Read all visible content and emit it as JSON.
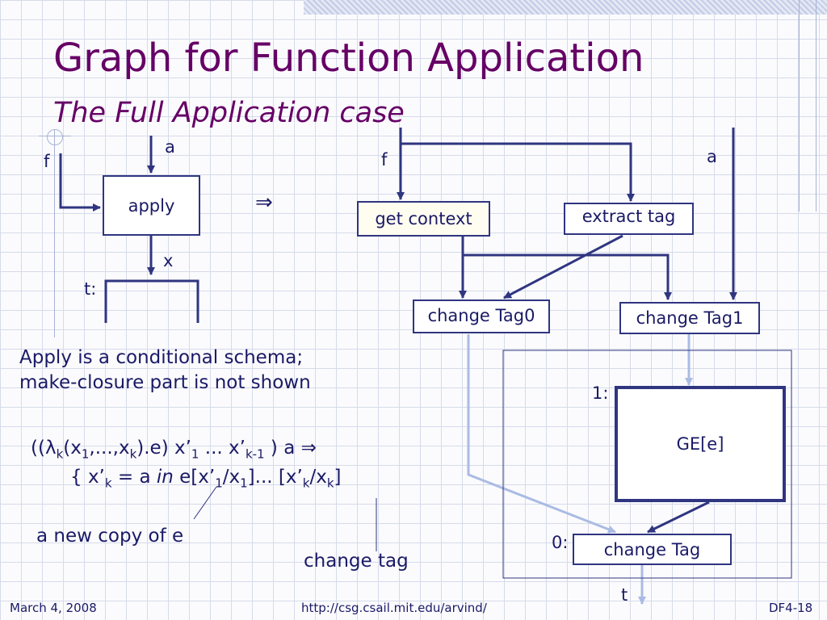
{
  "slide": {
    "title": "Graph for Function Application",
    "subtitle": "The Full Application case"
  },
  "left_graph": {
    "input_f": "f",
    "input_a": "a",
    "box_apply": "apply",
    "output_x": "x",
    "target_t": "t:"
  },
  "implies_symbol": "⇒",
  "right_graph": {
    "input_f": "f",
    "input_a": "a",
    "get_context": "get context",
    "extract_tag": "extract tag",
    "change_tag0": "change Tag0",
    "change_tag1": "change Tag1",
    "label_1": "1:",
    "ge_e": "GE[e]",
    "label_0": "0:",
    "change_tag": "change Tag",
    "output_t": "t"
  },
  "note": {
    "line1": "Apply is a conditional schema;",
    "line2": "make-closure part is not shown"
  },
  "formula": {
    "line1_parts": [
      "((",
      "λ",
      "k",
      "(x",
      "1",
      ",...,x",
      "k",
      ").e) x’",
      "1",
      " ... x’",
      "k-1",
      " ) a  ⇒"
    ],
    "line2_parts": [
      "{ x’",
      "k",
      " = a ",
      "in",
      "  e[x’",
      "1",
      "/x",
      "1",
      "]... [x’",
      "k",
      "/x",
      "k",
      "]"
    ]
  },
  "annotations": {
    "new_copy": "a new copy of e",
    "change_tag": "change tag"
  },
  "footer": {
    "date": "March 4, 2008",
    "url": "http://csg.csail.mit.edu/arvind/",
    "slide_id": "DF4-18"
  },
  "colors": {
    "title": "#660066",
    "text": "#1a1a66",
    "box_border": "#2f3580",
    "light_arrow": "#aabbe4"
  }
}
